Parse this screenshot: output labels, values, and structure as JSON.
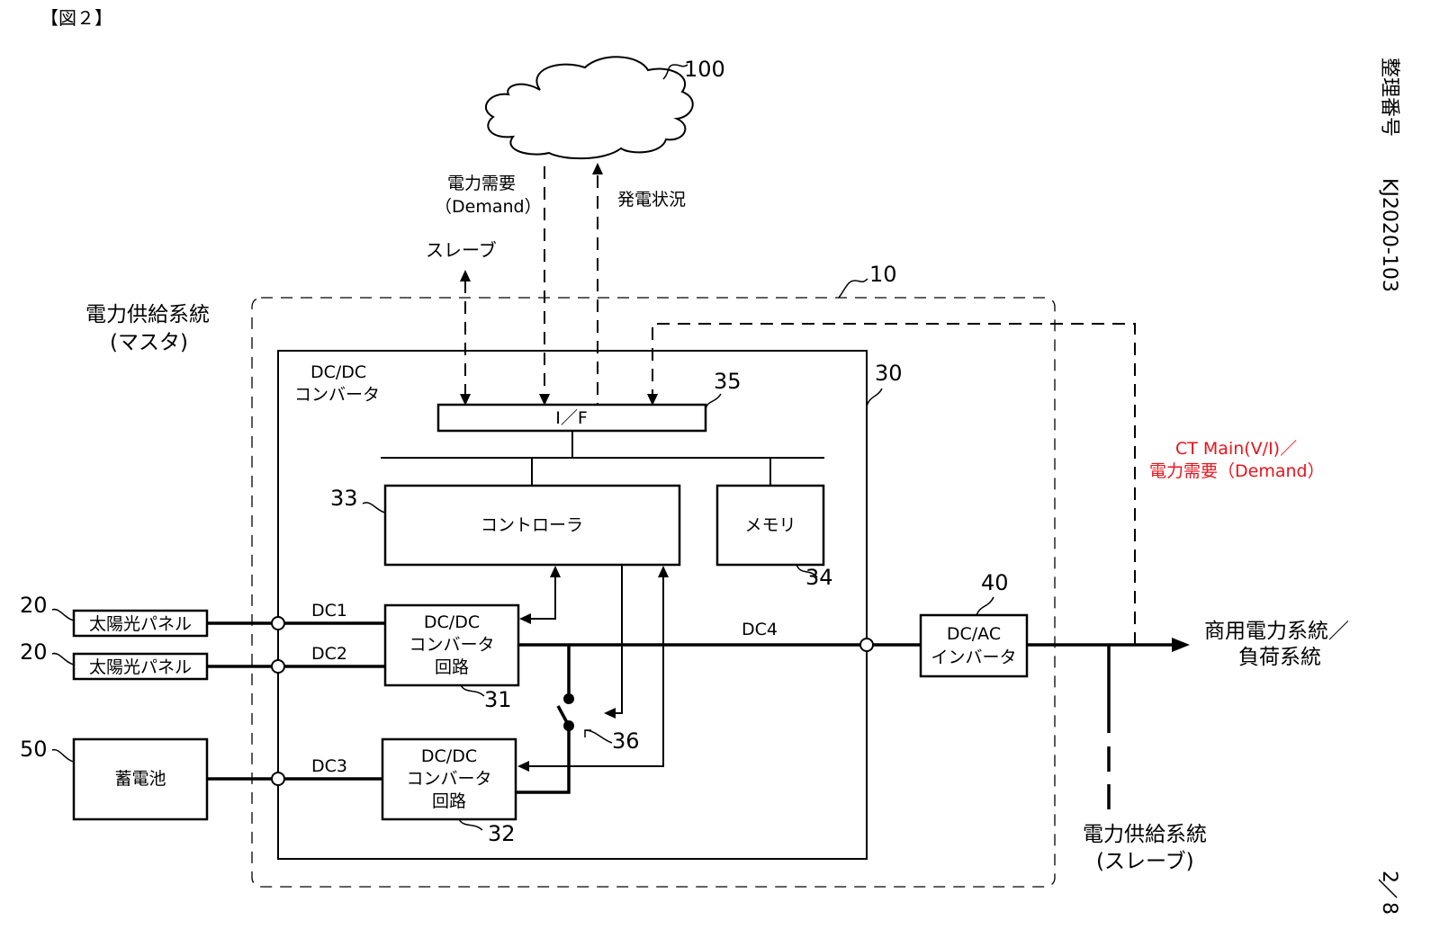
{
  "header": {
    "figure_label": "【図２】"
  },
  "side": {
    "ref_label": "整理番号",
    "ref_number": "KJ2020-103",
    "page_current": "2",
    "page_sep": "／",
    "page_total": "8"
  },
  "cloud": {
    "ref": "100"
  },
  "signals": {
    "demand_line1": "電力需要",
    "demand_line2": "（Demand）",
    "generation": "発電状況",
    "slave": "スレーブ",
    "ct_line1": "CT Main(V/I)／",
    "ct_line2": "電力需要（Demand）",
    "ct_color": "#e8141b"
  },
  "system": {
    "ref": "10",
    "label_line1": "電力供給系統",
    "label_line2": "(マスタ)"
  },
  "converter": {
    "ref": "30",
    "label_line1": "DC/DC",
    "label_line2": "コンバータ"
  },
  "interface": {
    "ref": "35",
    "label": "I／F"
  },
  "controller": {
    "ref": "33",
    "label": "コントローラ"
  },
  "memory": {
    "ref": "34",
    "label": "メモリ"
  },
  "circuit31": {
    "ref": "31",
    "line1": "DC/DC",
    "line2": "コンバータ",
    "line3": "回路"
  },
  "circuit32": {
    "ref": "32",
    "line1": "DC/DC",
    "line2": "コンバータ",
    "line3": "回路"
  },
  "switch": {
    "ref": "36"
  },
  "solar1": {
    "ref": "20",
    "label": "太陽光パネル"
  },
  "solar2": {
    "ref": "20",
    "label": "太陽光パネル"
  },
  "battery": {
    "ref": "50",
    "label": "蓄電池"
  },
  "buses": {
    "dc1": "DC1",
    "dc2": "DC2",
    "dc3": "DC3",
    "dc4": "DC4"
  },
  "inverter": {
    "ref": "40",
    "line1": "DC/AC",
    "line2": "インバータ"
  },
  "grid": {
    "line1": "商用電力系統／",
    "line2": "負荷系統"
  },
  "slave_system": {
    "line1": "電力供給系統",
    "line2": "(スレーブ)"
  }
}
